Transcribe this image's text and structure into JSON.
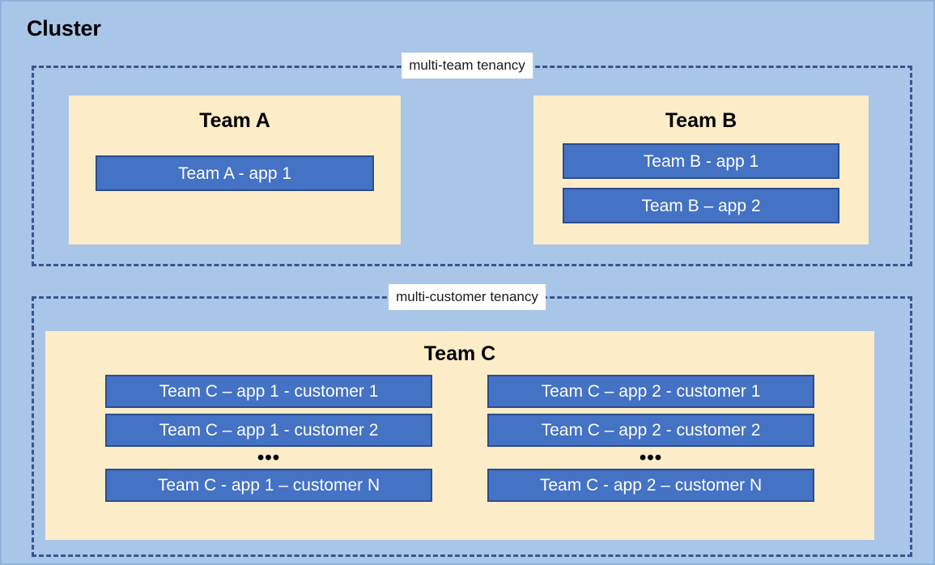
{
  "diagram": {
    "title": "Cluster",
    "colors": {
      "background": "#a9c6e9",
      "panel": "#fcecc8",
      "app_box": "#4472c4",
      "app_box_border": "#2c4d8e",
      "dashed_border": "#38558f",
      "label_background": "#ffffff",
      "text_dark": "#000000",
      "text_light": "#ffffff"
    },
    "regions": [
      {
        "id": "multi-team",
        "label": "multi-team tenancy",
        "teams": [
          {
            "id": "team-a",
            "heading": "Team A",
            "apps": [
              "Team A - app 1"
            ]
          },
          {
            "id": "team-b",
            "heading": "Team B",
            "apps": [
              "Team B - app 1",
              "Team B – app 2"
            ]
          }
        ]
      },
      {
        "id": "multi-customer",
        "label": "multi-customer tenancy",
        "teams": [
          {
            "id": "team-c",
            "heading": "Team C",
            "columns": [
              {
                "id": "team-c-app-1",
                "apps": [
                  "Team C – app 1 - customer 1",
                  "Team C – app 1 - customer 2"
                ],
                "ellipsis": "•••",
                "last_app": "Team C - app 1 – customer N"
              },
              {
                "id": "team-c-app-2",
                "apps": [
                  "Team C – app 2 - customer 1",
                  "Team C – app 2 - customer 2"
                ],
                "ellipsis": "•••",
                "last_app": "Team C - app 2 – customer N"
              }
            ]
          }
        ]
      }
    ]
  }
}
